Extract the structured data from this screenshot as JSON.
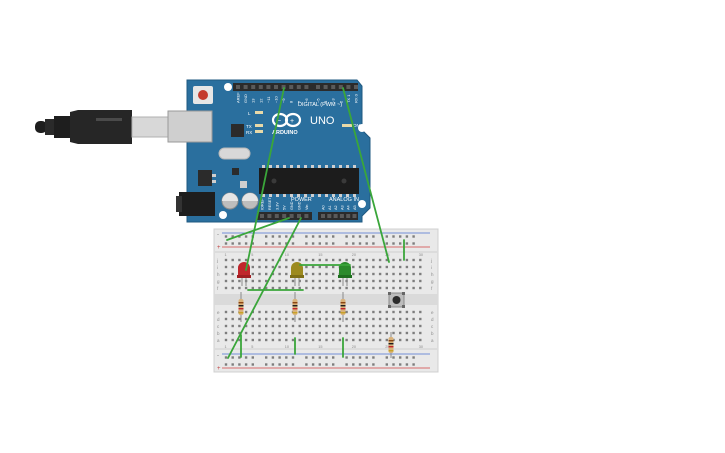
{
  "board": {
    "logo_text": "ARDUINO",
    "model": "UNO",
    "digital_header": "DIGITAL (PWM ~)",
    "power_header": "POWER",
    "analog_header": "ANALOG IN",
    "top_pins": [
      "AREF",
      "GND",
      "13",
      "12",
      "~11",
      "~10",
      "~9",
      "8",
      "7",
      "~6",
      "~5",
      "4",
      "~3",
      "2",
      "TX 1",
      "RX 0"
    ],
    "power_pins": [
      "IOREF",
      "RESET",
      "3.3V",
      "5V",
      "GND",
      "GND",
      "Vin"
    ],
    "analog_pins": [
      "A0",
      "A1",
      "A2",
      "A3",
      "A4",
      "A5"
    ],
    "led_labels": [
      "L",
      "TX",
      "RX"
    ],
    "on_label": "ON",
    "colors": {
      "pcb": "#2a6f9e",
      "header": "#2b2b2b",
      "wire": "#3aa63a"
    }
  },
  "breadboard": {
    "row_letters_top": [
      "j",
      "i",
      "h",
      "g",
      "f"
    ],
    "row_letters_bottom": [
      "e",
      "d",
      "c",
      "b",
      "a"
    ],
    "rail_signs": [
      "+",
      "-"
    ],
    "columns": 30
  },
  "components": {
    "leds": [
      {
        "name": "led-red",
        "color": "#c0262b"
      },
      {
        "name": "led-yellow",
        "color": "#9c8a1f"
      },
      {
        "name": "led-green",
        "color": "#2b8a2b"
      }
    ],
    "resistor_count": 4,
    "pushbutton": "pushbutton"
  }
}
